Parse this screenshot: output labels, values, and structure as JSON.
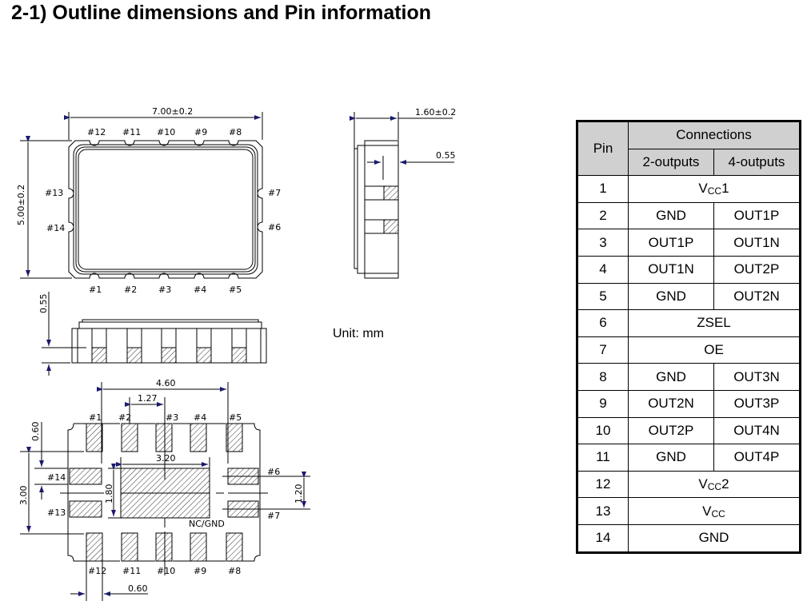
{
  "title": "2-1) Outline dimensions and Pin information",
  "unit_label": "Unit: mm",
  "top_view": {
    "width_dim": "7.00±0.2",
    "height_dim": "5.00±0.2",
    "top_pins": [
      "#12",
      "#11",
      "#10",
      "#9",
      "#8"
    ],
    "bottom_pins": [
      "#1",
      "#2",
      "#3",
      "#4",
      "#5"
    ],
    "left_pins": [
      "#13",
      "#14"
    ],
    "right_pins": [
      "#7",
      "#6"
    ]
  },
  "side_view": {
    "thickness_dim": "1.60±0.2",
    "pad_dim": "0.55"
  },
  "front_view": {
    "pad_height_dim": "0.55"
  },
  "footprint": {
    "pitch_outer": "4.60",
    "pitch": "1.27",
    "center_pad_width": "3.20",
    "center_pad_height": "1.80",
    "row_spacing": "3.00",
    "pad_length": "0.60",
    "side_pad_spacing": "1.20",
    "pad_width": "0.60",
    "center_label": "NC/GND",
    "top_pins": [
      "#1",
      "#2",
      "#3",
      "#4",
      "#5"
    ],
    "bottom_pins": [
      "#12",
      "#11",
      "#10",
      "#9",
      "#8"
    ],
    "left_pins": [
      "#14",
      "#13"
    ],
    "right_pins": [
      "#6",
      "#7"
    ]
  },
  "pin_table": {
    "header_pin": "Pin",
    "header_connections": "Connections",
    "header_2out": "2-outputs",
    "header_4out": "4-outputs",
    "rows": [
      {
        "pin": "1",
        "merged": true,
        "v": "V",
        "sub": "CC",
        "suffix": "1"
      },
      {
        "pin": "2",
        "merged": false,
        "two": "GND",
        "four": "OUT1P"
      },
      {
        "pin": "3",
        "merged": false,
        "two": "OUT1P",
        "four": "OUT1N"
      },
      {
        "pin": "4",
        "merged": false,
        "two": "OUT1N",
        "four": "OUT2P"
      },
      {
        "pin": "5",
        "merged": false,
        "two": "GND",
        "four": "OUT2N"
      },
      {
        "pin": "6",
        "merged": true,
        "text": "ZSEL"
      },
      {
        "pin": "7",
        "merged": true,
        "text": "OE"
      },
      {
        "pin": "8",
        "merged": false,
        "two": "GND",
        "four": "OUT3N"
      },
      {
        "pin": "9",
        "merged": false,
        "two": "OUT2N",
        "four": "OUT3P"
      },
      {
        "pin": "10",
        "merged": false,
        "two": "OUT2P",
        "four": "OUT4N"
      },
      {
        "pin": "11",
        "merged": false,
        "two": "GND",
        "four": "OUT4P"
      },
      {
        "pin": "12",
        "merged": true,
        "v": "V",
        "sub": "CC",
        "suffix": "2"
      },
      {
        "pin": "13",
        "merged": true,
        "v": "V",
        "sub": "CC",
        "suffix": ""
      },
      {
        "pin": "14",
        "merged": true,
        "text": "GND"
      }
    ]
  }
}
